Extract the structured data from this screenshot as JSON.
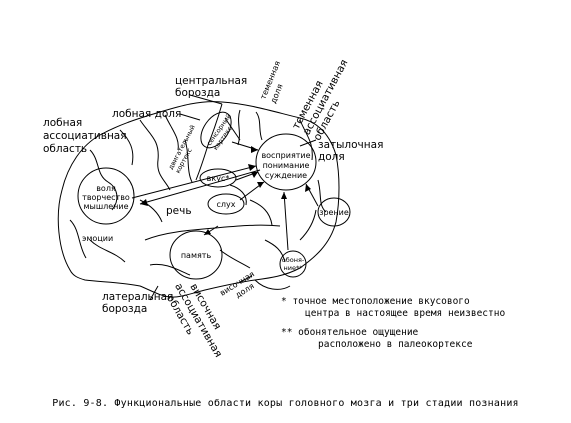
{
  "labels": {
    "central_sulcus": [
      "центральная",
      "борозда"
    ],
    "frontal_lobe": "лобная доля",
    "frontal_assoc": [
      "лобная",
      "ассоциативная",
      "область"
    ],
    "parietal_lobe": [
      "теменная",
      "доля"
    ],
    "parietal_assoc": [
      "теменная",
      "ассоциативная",
      "область"
    ],
    "occipital_lobe": [
      "затылочная",
      "доля"
    ],
    "motor_sensory": [
      "двигательный",
      "кортекс"
    ],
    "sensory": [
      "сенсорный",
      "кортекс"
    ],
    "perception": [
      "восприятие",
      "понимание",
      "суждение"
    ],
    "taste": "вкус*",
    "will": [
      "воля",
      "творчество",
      "мышление"
    ],
    "speech": "речь",
    "hearing": "слух",
    "vision": "зрение",
    "emotions": "эмоции",
    "memory": "память",
    "smell": [
      "обоня-",
      "ние**"
    ],
    "lateral_sulcus": [
      "латеральная",
      "борозда"
    ],
    "temporal_assoc": [
      "височная",
      "ассоциативная",
      "область"
    ],
    "temporal_lobe": [
      "височная",
      "доля"
    ]
  },
  "notes": {
    "note1_line1": "*  точное местоположение вкусового",
    "note1_line2": "центра в настоящее время неизвестно",
    "note2_line1": "** обонятельное ощущение",
    "note2_line2": "расположено в палеокортексе"
  },
  "caption": "Рис. 9-8. Функциональные области коры головного  мозга и три стадии познания"
}
